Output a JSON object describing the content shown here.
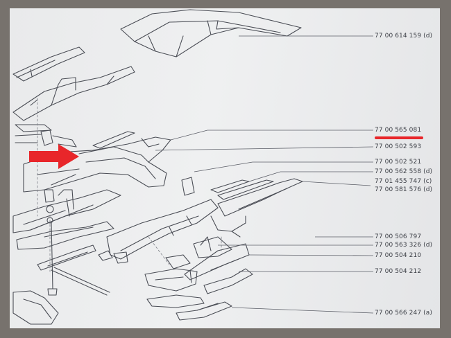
{
  "diagram": {
    "highlight_color": "#e8262a",
    "arrow_direction": "right",
    "part_numbers": [
      "77 00 614 159 (d)",
      "77 00 565 081",
      "77 00 502 593",
      "77 00 502 521",
      "77 00 562 558  (d)",
      "77 01 455 747 (c)",
      "77 00 581 576 (d)",
      "77 00 506 797",
      "77 00 563 326 (d)",
      "77 00 504 210",
      "77 00 504 212",
      "77 00 566 247 (a)"
    ]
  }
}
